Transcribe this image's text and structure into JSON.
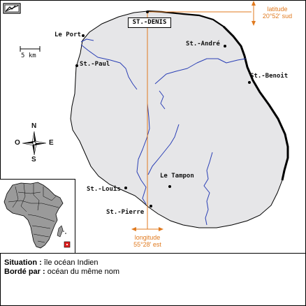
{
  "capital": {
    "label": "ST.-DENIS"
  },
  "towns": {
    "le_port": "Le Port",
    "st_paul": "St.-Paul",
    "st_andre": "St.-André",
    "st_benoit": "St.-Benoit",
    "le_tampon": "Le Tampon",
    "st_louis": "St.-Louis",
    "st_pierre": "St.-Pierre"
  },
  "latitude": {
    "line1": "latitude",
    "line2": "20°52' sud"
  },
  "longitude": {
    "line1": "longitude",
    "line2": "55°28' est"
  },
  "scale": {
    "label": "5 km"
  },
  "compass": {
    "north": "N",
    "south": "S",
    "east": "E",
    "west": "O"
  },
  "info": {
    "situation_label": "Situation :",
    "situation_value": "île océan Indien",
    "borders_label": "Bordé par :",
    "borders_value": "océan du même nom"
  },
  "colors": {
    "land": "#e6e6e8",
    "river": "#2a3fb5",
    "coord_lines": "#e07a1f",
    "locator_box": "#e02020",
    "africa_fill": "#9a9a9a"
  },
  "icons": {
    "toolbar": "map-toggle-icon"
  }
}
